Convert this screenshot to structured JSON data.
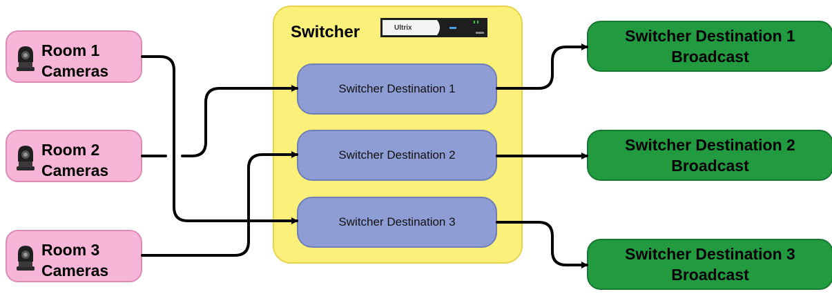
{
  "switcher": {
    "title": "Switcher",
    "device": {
      "brand": "Ultrix",
      "icon": "router-device-icon"
    }
  },
  "rooms": [
    {
      "line1": "Room 1",
      "line2": "Cameras",
      "icon": "ptz-camera-icon"
    },
    {
      "line1": "Room 2",
      "line2": "Cameras",
      "icon": "ptz-camera-icon"
    },
    {
      "line1": "Room 3",
      "line2": "Cameras",
      "icon": "ptz-camera-icon"
    }
  ],
  "destinations": [
    {
      "label": "Switcher Destination 1"
    },
    {
      "label": "Switcher Destination 2"
    },
    {
      "label": "Switcher Destination 3"
    }
  ],
  "broadcasts": [
    {
      "line1": "Switcher Destination 1",
      "line2": "Broadcast"
    },
    {
      "line1": "Switcher Destination 2",
      "line2": "Broadcast"
    },
    {
      "line1": "Switcher Destination 3",
      "line2": "Broadcast"
    }
  ],
  "colors": {
    "room_fill": "#f7b6d7",
    "switcher_fill": "#fbf07a",
    "destination_fill": "#8e9ed4",
    "broadcast_fill": "#229a3f",
    "wire": "#000000"
  }
}
